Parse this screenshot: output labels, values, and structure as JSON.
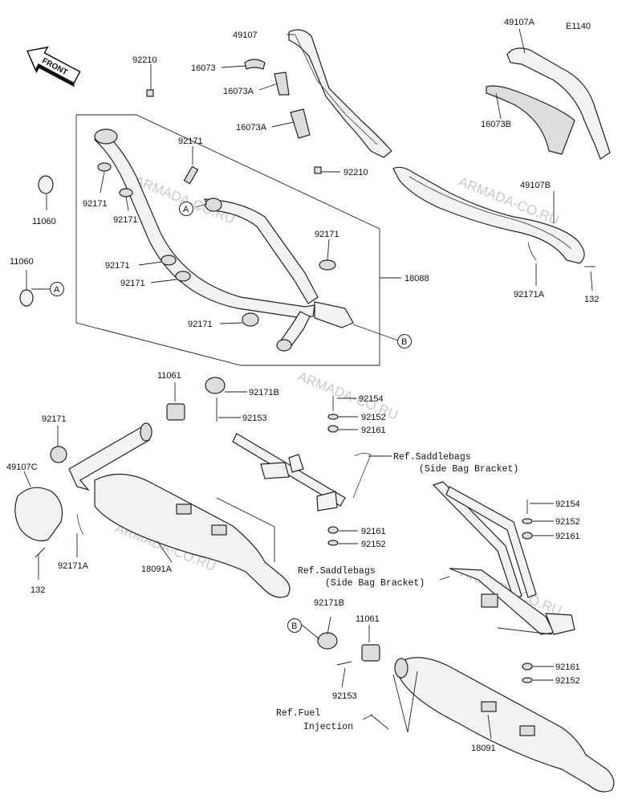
{
  "diagram_code": "E1140",
  "front_label": "FRONT",
  "watermark": "ARMADA-CO.RU",
  "circle_markers": {
    "a": "A",
    "b": "B"
  },
  "parts": {
    "p49107": "49107",
    "p49107A": "49107A",
    "p49107B": "49107B",
    "p49107C": "49107C",
    "p16073": "16073",
    "p16073A": "16073A",
    "p16073B": "16073B",
    "p92210": "92210",
    "p11060": "11060",
    "p92171": "92171",
    "p92171A": "92171A",
    "p92171B": "92171B",
    "p18088": "18088",
    "p11061": "11061",
    "p92153": "92153",
    "p92154": "92154",
    "p92152": "92152",
    "p92161": "92161",
    "p132": "132",
    "p18091A": "18091A",
    "p18091": "18091"
  },
  "refs": {
    "saddlebags": "Ref.Saddlebags",
    "side_bag_bracket": "(Side Bag Bracket)",
    "fuel": "Ref.Fuel",
    "injection": "Injection"
  }
}
